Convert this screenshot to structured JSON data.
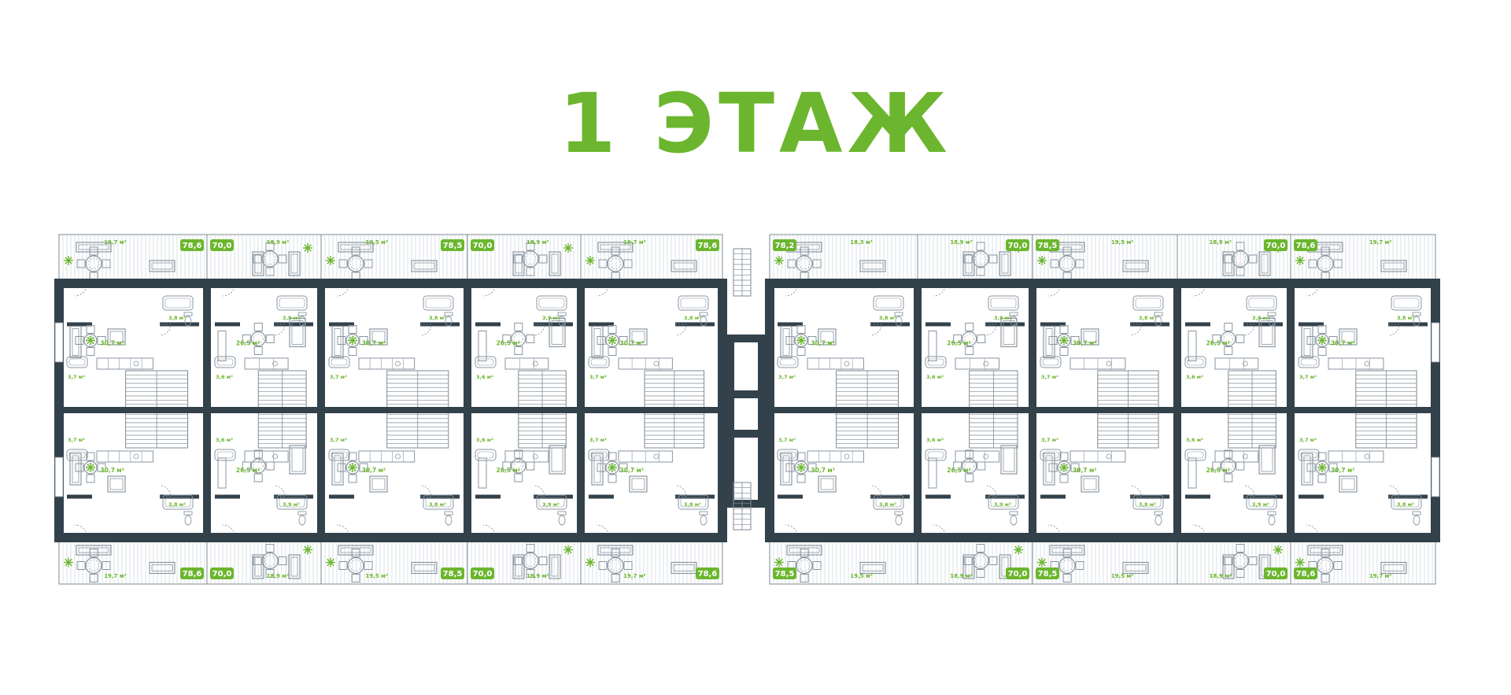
{
  "floor_title": "1 ЭТАЖ",
  "colors": {
    "accent": "#6bb62e",
    "wall": "#33414b",
    "line": "#7d8a93",
    "balcony_line": "#c3ccd2",
    "furniture": "#8a96a0"
  },
  "sections": [
    {
      "top": {
        "badge": "78,6",
        "badge_side": "right",
        "balcony_area": "19,7 м²",
        "bath_area": "3,8 м²",
        "living_area": "30,7 м²",
        "wc_area": "3,7 м²",
        "layout": "large"
      },
      "bottom": {
        "badge": "78,6",
        "badge_side": "right",
        "balcony_area": "19,7 м²",
        "bath_area": "3,8 м²",
        "living_area": "30,7 м²",
        "wc_area": "3,7 м²",
        "layout": "large"
      }
    },
    {
      "top": {
        "badge": "70,0",
        "badge_side": "left",
        "balcony_area": "18,9 м²",
        "bath_area": "3,9 м²",
        "living_area": "26,5 м²",
        "wc_area": "3,6 м²",
        "layout": "small"
      },
      "bottom": {
        "badge": "70,0",
        "badge_side": "left",
        "balcony_area": "18,9 м²",
        "bath_area": "3,9 м²",
        "living_area": "26,5 м²",
        "wc_area": "3,6 м²",
        "layout": "small"
      }
    },
    {
      "top": {
        "badge": "78,5",
        "badge_side": "right",
        "balcony_area": "19,5 м²",
        "bath_area": "3,8 м²",
        "living_area": "30,7 м²",
        "wc_area": "3,7 м²",
        "layout": "large"
      },
      "bottom": {
        "badge": "78,5",
        "badge_side": "right",
        "balcony_area": "19,5 м²",
        "bath_area": "3,8 м²",
        "living_area": "30,7 м²",
        "wc_area": "3,7 м²",
        "layout": "large"
      }
    },
    {
      "top": {
        "badge": "70,0",
        "badge_side": "left",
        "balcony_area": "18,9 м²",
        "bath_area": "3,9 м²",
        "living_area": "26,5 м²",
        "wc_area": "3,6 м²",
        "layout": "small"
      },
      "bottom": {
        "badge": "70,0",
        "badge_side": "left",
        "balcony_area": "18,9 м²",
        "bath_area": "3,9 м²",
        "living_area": "26,5 м²",
        "wc_area": "3,6 м²",
        "layout": "small"
      }
    },
    {
      "top": {
        "badge": "78,6",
        "badge_side": "right",
        "balcony_area": "19,7 м²",
        "bath_area": "3,8 м²",
        "living_area": "30,7 м²",
        "wc_area": "3,7 м²",
        "layout": "large"
      },
      "bottom": {
        "badge": "78,6",
        "badge_side": "right",
        "balcony_area": "19,7 м²",
        "bath_area": "3,8 м²",
        "living_area": "30,7 м²",
        "wc_area": "3,7 м²",
        "layout": "large"
      }
    },
    {
      "top": {
        "badge": "78,2",
        "badge_side": "left",
        "balcony_area": "18,3 м²",
        "bath_area": "3,8 м²",
        "living_area": "30,7 м²",
        "wc_area": "3,7 м²",
        "layout": "large"
      },
      "bottom": {
        "badge": "78,5",
        "badge_side": "left",
        "balcony_area": "19,5 м²",
        "bath_area": "3,8 м²",
        "living_area": "30,7 м²",
        "wc_area": "3,7 м²",
        "layout": "large"
      }
    },
    {
      "top": {
        "badge": "70,0",
        "badge_side": "right",
        "balcony_area": "18,9 м²",
        "bath_area": "3,9 м²",
        "living_area": "26,5 м²",
        "wc_area": "3,6 м²",
        "layout": "small"
      },
      "bottom": {
        "badge": "70,0",
        "badge_side": "right",
        "balcony_area": "18,9 м²",
        "bath_area": "3,9 м²",
        "living_area": "26,5 м²",
        "wc_area": "3,6 м²",
        "layout": "small"
      }
    },
    {
      "top": {
        "badge": "78,5",
        "badge_side": "left",
        "balcony_area": "19,5 м²",
        "bath_area": "3,8 м²",
        "living_area": "30,7 м²",
        "wc_area": "3,7 м²",
        "layout": "large"
      },
      "bottom": {
        "badge": "78,5",
        "badge_side": "left",
        "balcony_area": "19,5 м²",
        "bath_area": "3,8 м²",
        "living_area": "30,7 м²",
        "wc_area": "3,7 м²",
        "layout": "large"
      }
    },
    {
      "top": {
        "badge": "70,0",
        "badge_side": "right",
        "balcony_area": "18,9 м²",
        "bath_area": "3,9 м²",
        "living_area": "26,5 м²",
        "wc_area": "3,6 м²",
        "layout": "small"
      },
      "bottom": {
        "badge": "70,0",
        "badge_side": "right",
        "balcony_area": "18,9 м²",
        "bath_area": "3,9 м²",
        "living_area": "26,5 м²",
        "wc_area": "3,6 м²",
        "layout": "small"
      }
    },
    {
      "top": {
        "badge": "78,6",
        "badge_side": "left",
        "balcony_area": "19,7 м²",
        "bath_area": "3,8 м²",
        "living_area": "30,7 м²",
        "wc_area": "3,7 м²",
        "layout": "large"
      },
      "bottom": {
        "badge": "78,6",
        "badge_side": "left",
        "balcony_area": "19,7 м²",
        "bath_area": "3,8 м²",
        "living_area": "30,7 м²",
        "wc_area": "3,7 м²",
        "layout": "large"
      }
    }
  ]
}
